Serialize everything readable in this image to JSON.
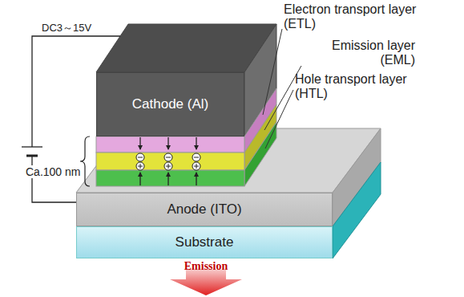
{
  "diagram": {
    "nodes": [
      {
        "text": [
          "Cathode (Al)"
        ]
      },
      {
        "text": [
          "Anode (ITO)"
        ]
      },
      {
        "text": [
          "Substrate"
        ]
      }
    ],
    "labels": [
      "DC3～15V",
      "Electron transport layer (ETL)",
      "Emission layer (EML)",
      "Hole transport layer (HTL)",
      "Ca.100 nm",
      "Emission"
    ]
  }
}
